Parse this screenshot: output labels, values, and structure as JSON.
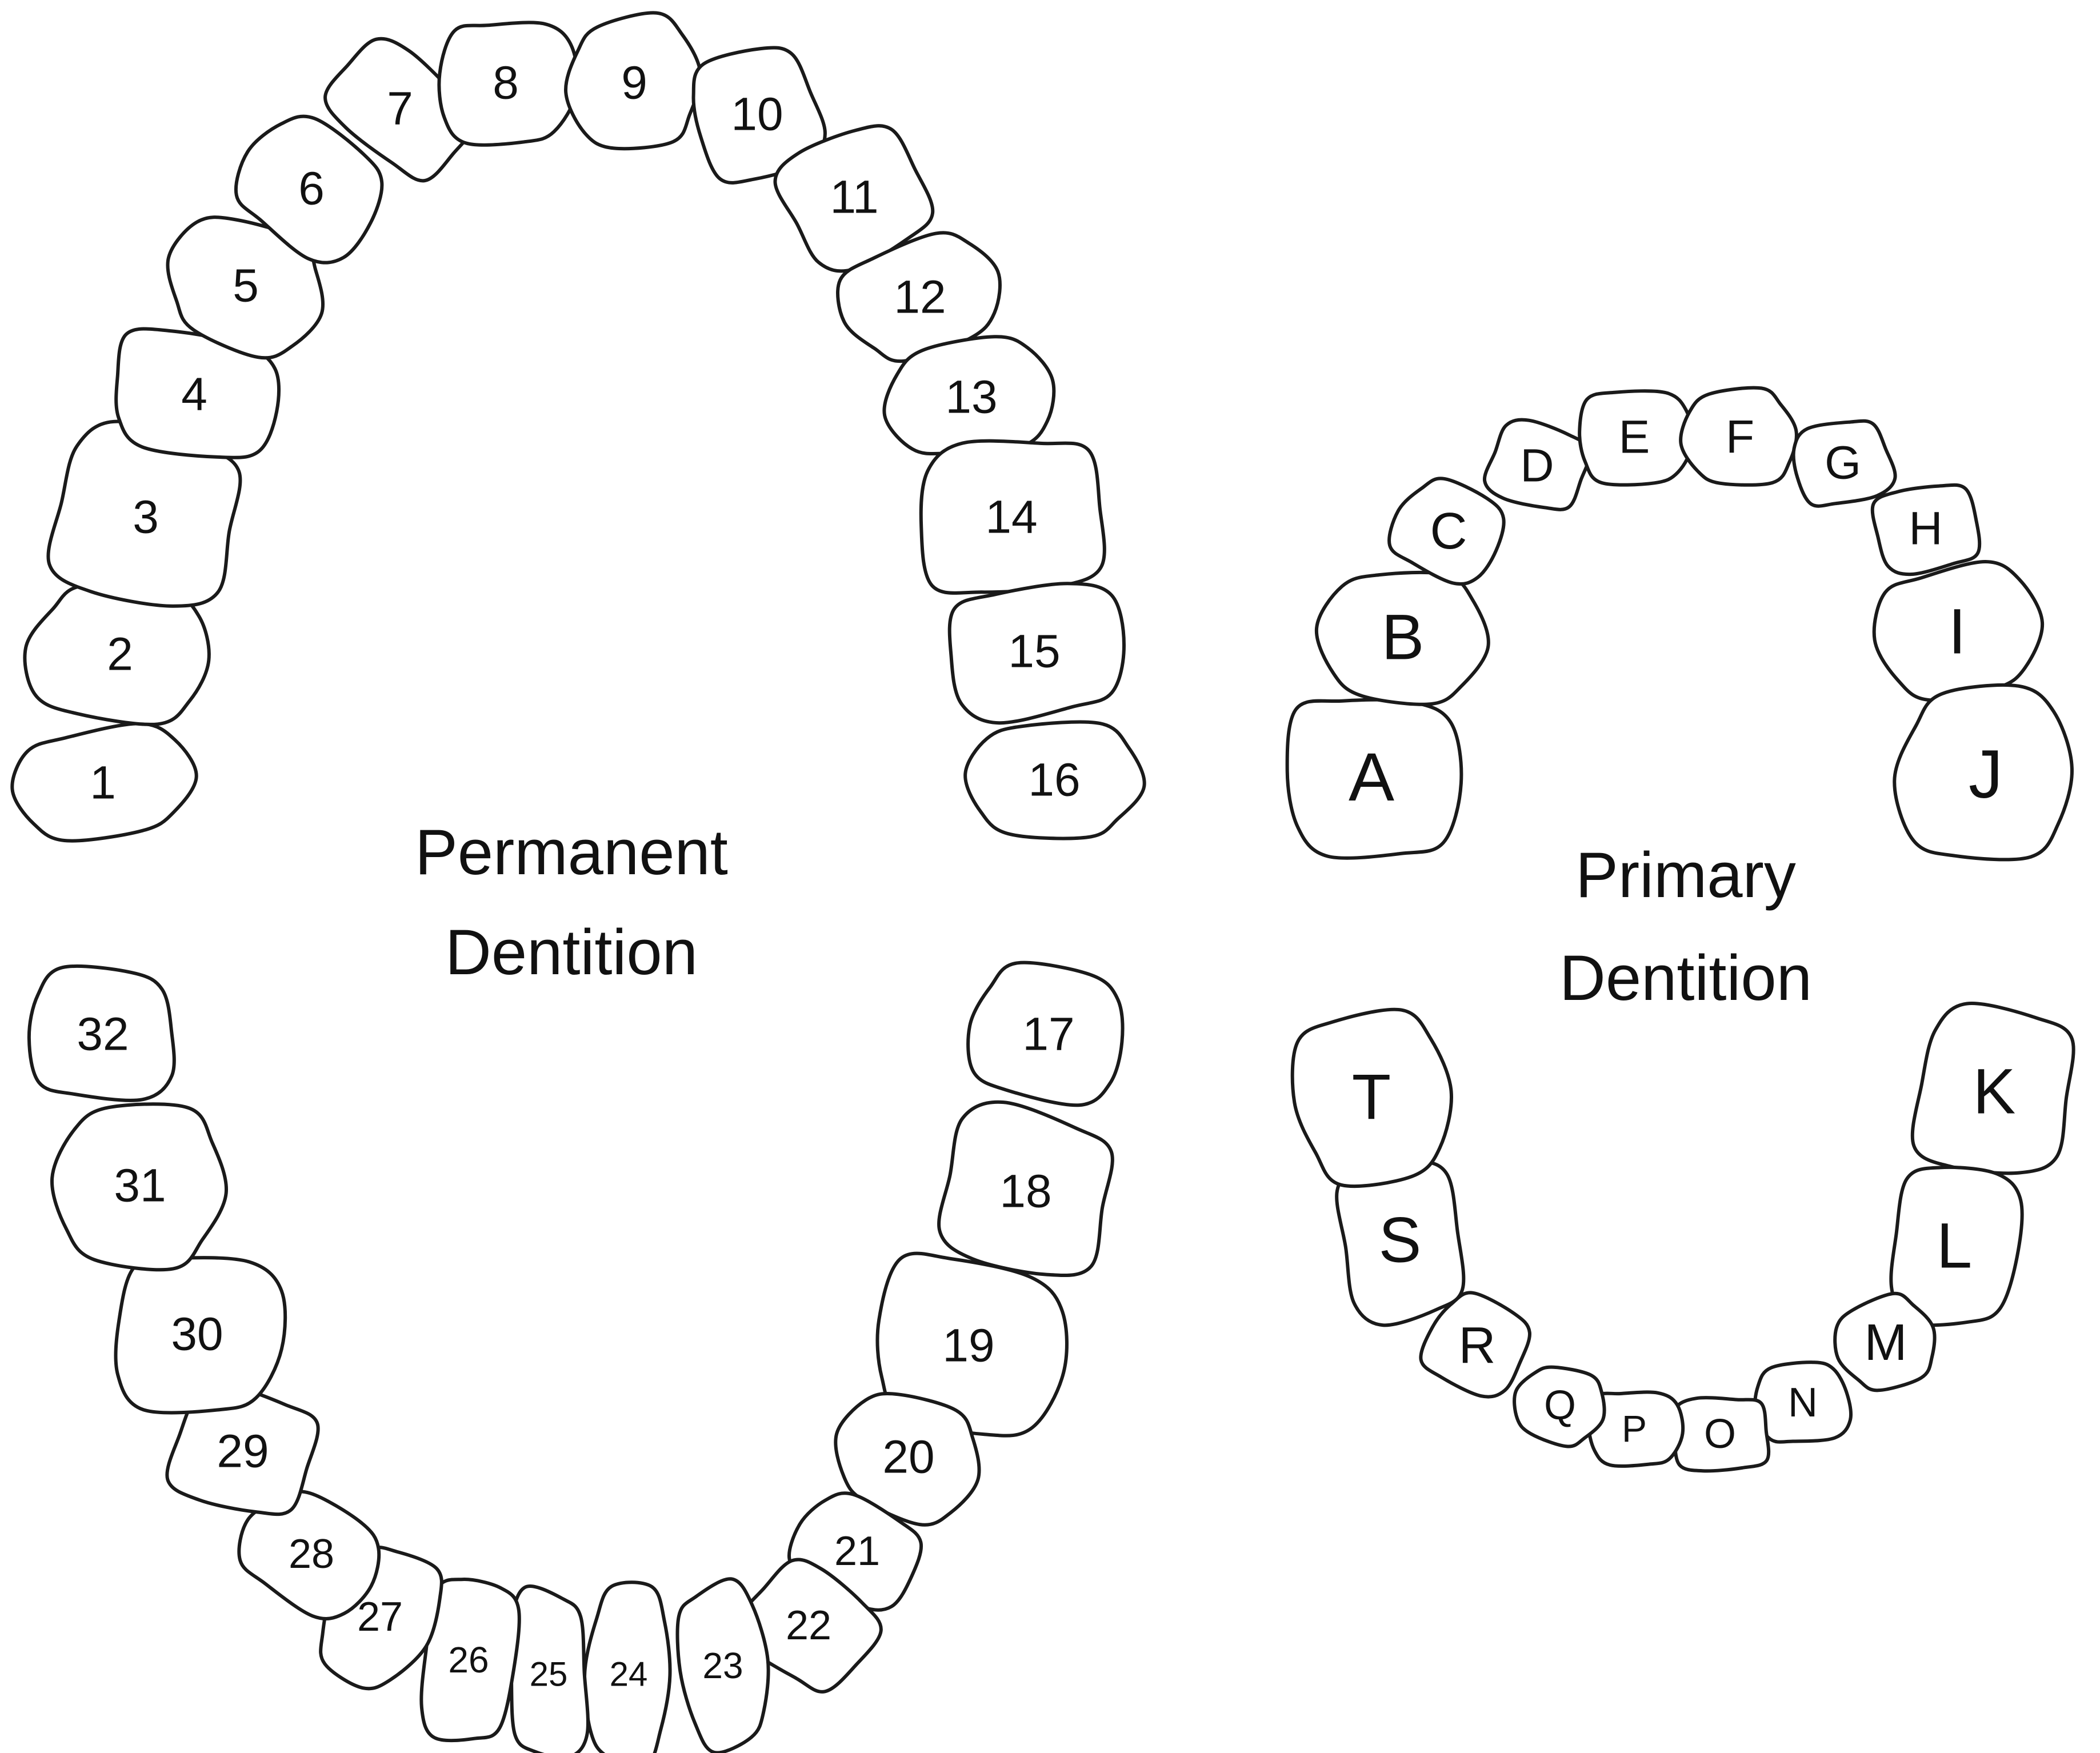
{
  "permanent": {
    "title_line1": "Permanent",
    "title_line2": "Dentition",
    "teeth": [
      "1",
      "2",
      "3",
      "4",
      "5",
      "6",
      "7",
      "8",
      "9",
      "10",
      "11",
      "12",
      "13",
      "14",
      "15",
      "16",
      "17",
      "18",
      "19",
      "20",
      "21",
      "22",
      "23",
      "24",
      "25",
      "26",
      "27",
      "28",
      "29",
      "30",
      "31",
      "32"
    ]
  },
  "primary": {
    "title_line1": "Primary",
    "title_line2": "Dentition",
    "teeth": [
      "A",
      "B",
      "C",
      "D",
      "E",
      "F",
      "G",
      "H",
      "I",
      "J",
      "K",
      "L",
      "M",
      "N",
      "O",
      "P",
      "Q",
      "R",
      "S",
      "T"
    ]
  }
}
